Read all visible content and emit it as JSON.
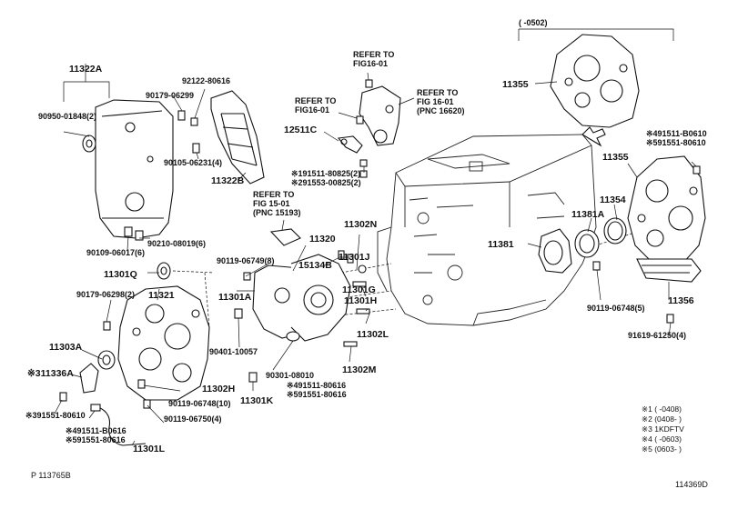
{
  "bracket_range": "(      -0502)",
  "labels": {
    "p11322A": "11322A",
    "p90950": "90950-01848(2)",
    "p90179a": "90179-06299",
    "p92122": "92122-80616",
    "p90105": "90105-06231(4)",
    "p11322B": "11322B",
    "p90109": "90109-06017(6)",
    "p90210": "90210-08019(6)",
    "p11301Q": "11301Q",
    "p90179b": "90179-06298(2)",
    "p11321": "11321",
    "p11303A": "11303A",
    "p11336A": "※311336A",
    "p391551": "※391551-80610",
    "p491511a": "※491511-B0616",
    "p591551a": "※591551-80616",
    "p11301L": "11301L",
    "p90119e": "90119-06748(10)",
    "p90119f": "90119-06750(4)",
    "p11302H": "11302H",
    "p11301K": "11301K",
    "p90301": "90301-08010",
    "p491511b": "※491511-80616",
    "p591551b": "※591551-80616",
    "p90401": "90401-10057",
    "p11301A": "11301A",
    "p90119a": "90119-06749(8)",
    "p11320": "11320",
    "p15134B": "15134B",
    "p11301J": "11301J",
    "p11302N": "11302N",
    "p11301G": "11301G",
    "p11301H": "11301H",
    "p11302L": "11302L",
    "p11302M": "11302M",
    "refer1501a": "REFER TO",
    "refer1501b": "FIG 15-01",
    "refer1501c": "(PNC 15193)",
    "p12511C": "12511C",
    "p191511": "※191511-80825(2)",
    "p291553": "※291553-00825(2)",
    "refA1": "REFER TO",
    "refA2": "FIG16-01",
    "refB1": "REFER TO",
    "refB2": "FIG16-01",
    "refC1": "REFER TO",
    "refC2": "FIG 16-01",
    "refC3": "(PNC 16620)",
    "p11355a": "11355",
    "p491511c": "※491511-B0610",
    "p591551c": "※591551-80610",
    "p11355b": "11355",
    "p11354": "11354",
    "p11381A": "11381A",
    "p11381": "11381",
    "p90119d": "90119-06748(5)",
    "p11356": "11356",
    "p91619": "91619-61250(4)"
  },
  "notes": {
    "n1": "※1 (      -0408)",
    "n2": "※2 (0408-      )",
    "n3": "※3 1KDFTV",
    "n4": "※4 (      -0603)",
    "n5": "※5 (0603-      )"
  },
  "footer": {
    "left": "P 113765B",
    "right": "114369D"
  }
}
